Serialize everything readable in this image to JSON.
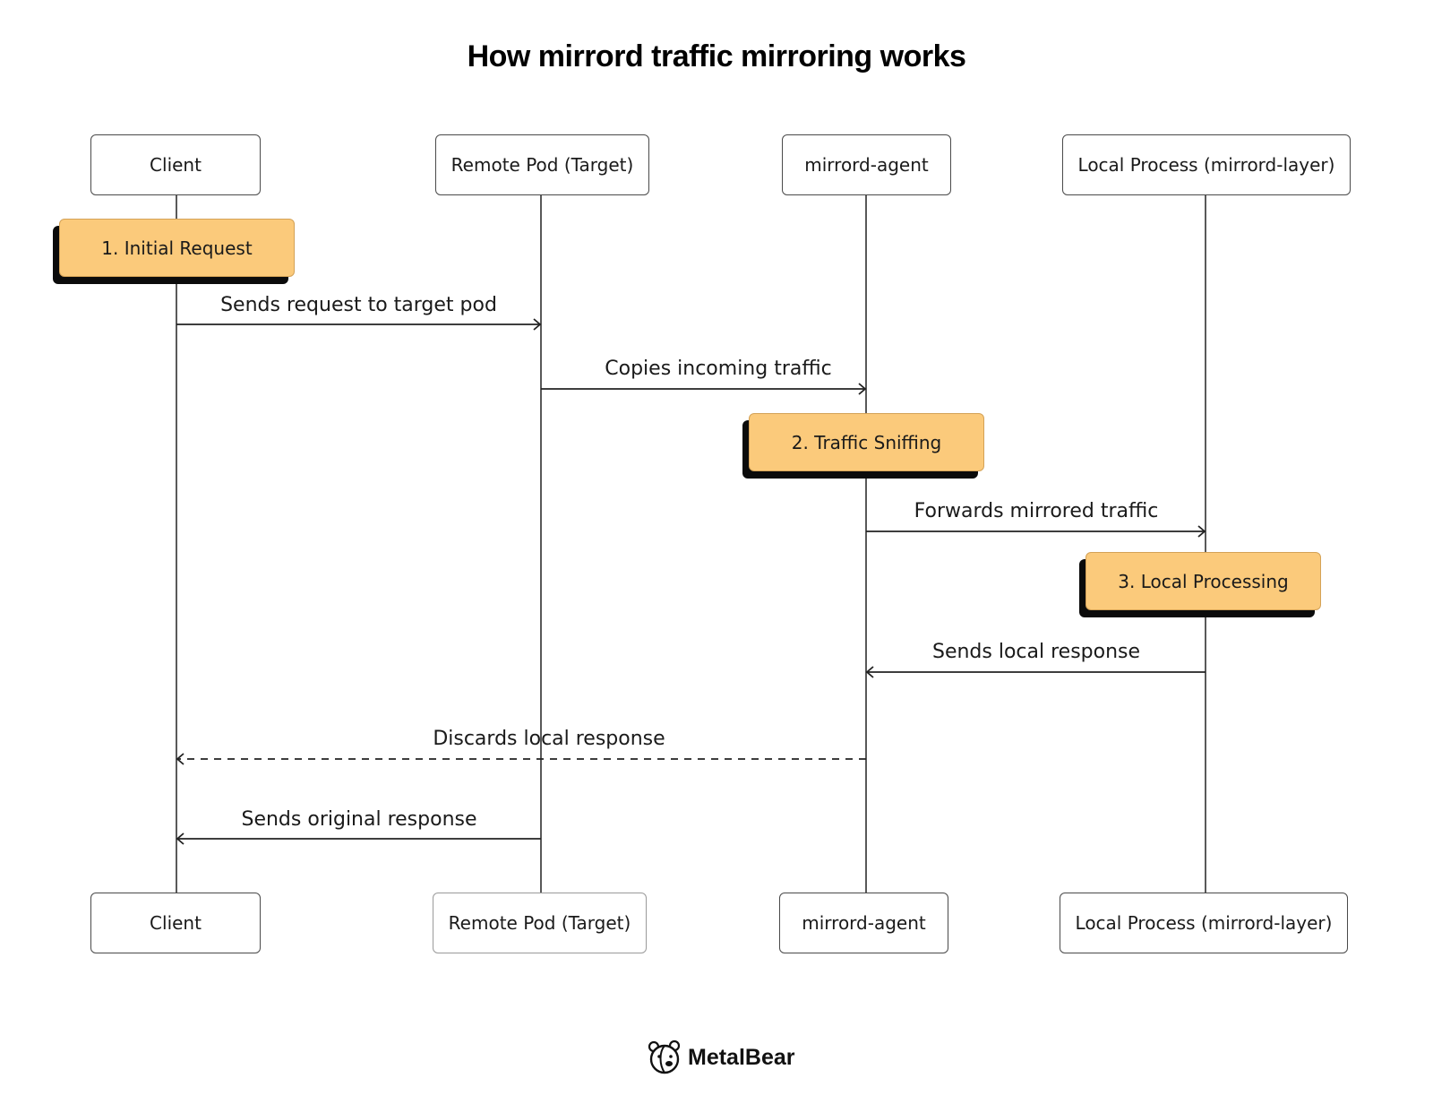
{
  "title": "How mirrord traffic mirroring works",
  "participants": [
    {
      "id": "client",
      "label": "Client"
    },
    {
      "id": "pod",
      "label": "Remote Pod (Target)"
    },
    {
      "id": "agent",
      "label": "mirrord-agent"
    },
    {
      "id": "local",
      "label": "Local Process (mirrord-layer)"
    }
  ],
  "notes": [
    {
      "label": "1. Initial Request",
      "over": "client"
    },
    {
      "label": "2. Traffic Sniffing",
      "over": "agent"
    },
    {
      "label": "3. Local Processing",
      "over": "local"
    }
  ],
  "messages": [
    {
      "label": "Sends request to target pod",
      "from": "client",
      "to": "pod",
      "style": "solid"
    },
    {
      "label": "Copies incoming traffic",
      "from": "pod",
      "to": "agent",
      "style": "solid"
    },
    {
      "label": "Forwards mirrored traffic",
      "from": "agent",
      "to": "local",
      "style": "solid"
    },
    {
      "label": "Sends local response",
      "from": "local",
      "to": "agent",
      "style": "solid"
    },
    {
      "label": "Discards local response",
      "from": "agent",
      "to": "client",
      "style": "dashed"
    },
    {
      "label": "Sends original response",
      "from": "pod",
      "to": "client",
      "style": "solid"
    }
  ],
  "colors": {
    "note_fill": "#fbca7b",
    "note_shadow": "#0b0b0b",
    "line": "#222222"
  },
  "logo": {
    "text": "MetalBear",
    "icon": "bear-icon"
  }
}
